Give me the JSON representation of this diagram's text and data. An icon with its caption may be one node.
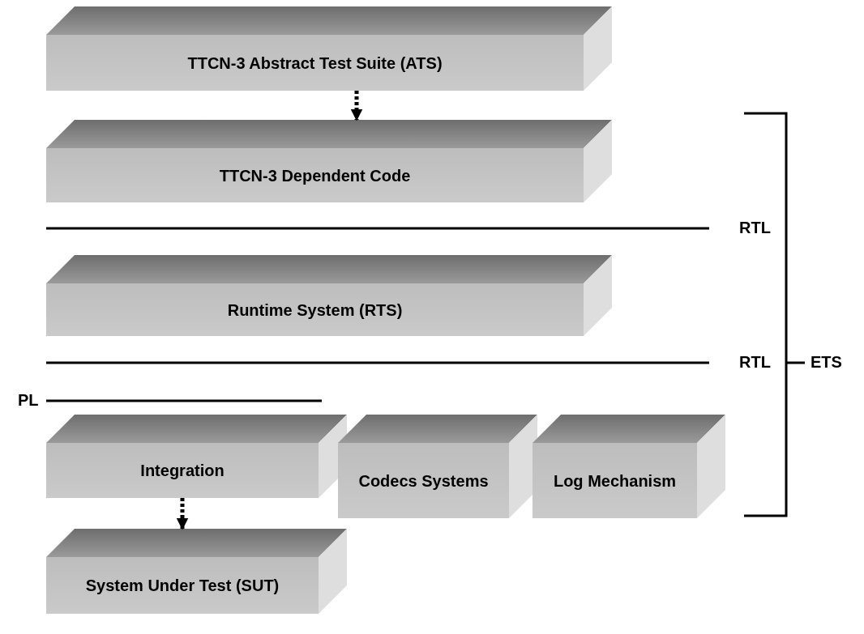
{
  "diagram": {
    "nodes": [
      {
        "text": [
          "TTCN-3 Abstract Test Suite (ATS)"
        ]
      },
      {
        "text": [
          "TTCN-3 Dependent Code"
        ]
      },
      {
        "text": [
          "Runtime System (RTS)"
        ]
      },
      {
        "text": [
          "Integration"
        ]
      },
      {
        "text": [
          "Codecs Systems"
        ]
      },
      {
        "text": [
          "Log Mechanism"
        ]
      },
      {
        "text": [
          "System Under Test (SUT)"
        ]
      }
    ],
    "edges": [
      {
        "from": 0,
        "to": 1,
        "arrow": "to",
        "style": "dashed"
      },
      {
        "from": 3,
        "to": 6,
        "arrow": "to",
        "style": "dashed"
      }
    ],
    "labels": [
      "RTL",
      "RTL",
      "ETS",
      "PL"
    ]
  }
}
